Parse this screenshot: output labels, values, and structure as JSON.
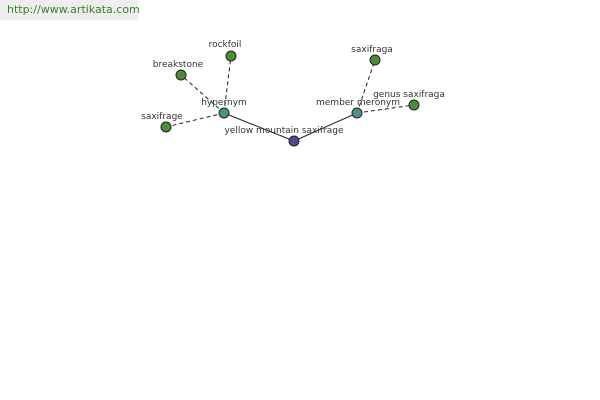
{
  "site_link": "http://www.artikata.com",
  "colors": {
    "root": "#4a4a8c",
    "relation": "#4a9090",
    "leaf": "#4c8a3c",
    "link": "#3b7f2f"
  },
  "graph": {
    "root": "yellow mountain saxifrage",
    "relations": [
      {
        "label": "hypernym",
        "leaves": [
          "breakstone",
          "rockfoil",
          "saxifrage"
        ]
      },
      {
        "label": "member meronym",
        "leaves": [
          "saxifraga",
          "genus saxifraga"
        ]
      }
    ]
  }
}
